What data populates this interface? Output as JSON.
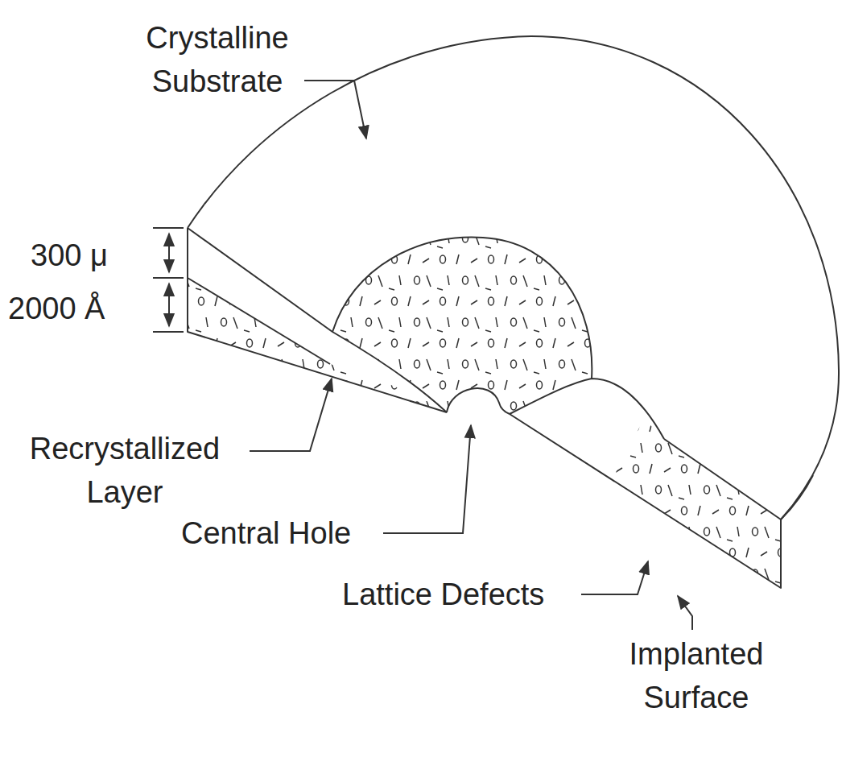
{
  "diagram": {
    "labels": [
      "Crystalline Substrate",
      "300 μ",
      "2000 Å",
      "Recrystallized Layer",
      "Central Hole",
      "Lattice Defects",
      "Implanted Surface"
    ]
  }
}
